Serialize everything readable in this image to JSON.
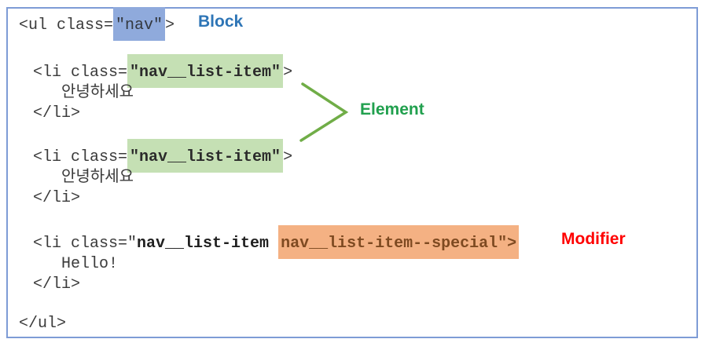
{
  "labels": {
    "block": "Block",
    "element": "Element",
    "modifier": "Modifier"
  },
  "code": {
    "ul_open": {
      "pre": "<ul class=",
      "highlight": "\"nav\"",
      "post": ">"
    },
    "li_item1": {
      "open_pre": "<li class=",
      "open_highlight": "\"nav__list-item\"",
      "open_post": ">",
      "content": "안녕하세요",
      "close": "</li>"
    },
    "li_item2": {
      "open_pre": "<li class=",
      "open_highlight": "\"nav__list-item\"",
      "open_post": ">",
      "content": "안녕하세요",
      "close": "</li>"
    },
    "li_item3": {
      "open_pre": "<li class=\"",
      "open_base_class": "nav__list-item",
      "open_space": " ",
      "open_highlight": "nav__list-item--special\">",
      "content": "Hello!",
      "close": "</li>"
    },
    "ul_close": "</ul>"
  },
  "colors": {
    "frame_border": "#7E9CD6",
    "code_text": "#3A3A3A",
    "block_highlight_bg": "#8FAADC",
    "element_highlight_bg": "#C5E0B4",
    "modifier_highlight_bg": "#F4B183",
    "modifier_highlight_text": "#7E4A21",
    "block_label": "#2E75B6",
    "element_label": "#21A04E",
    "modifier_label": "#FF0000",
    "chevron": "#70AD47"
  }
}
